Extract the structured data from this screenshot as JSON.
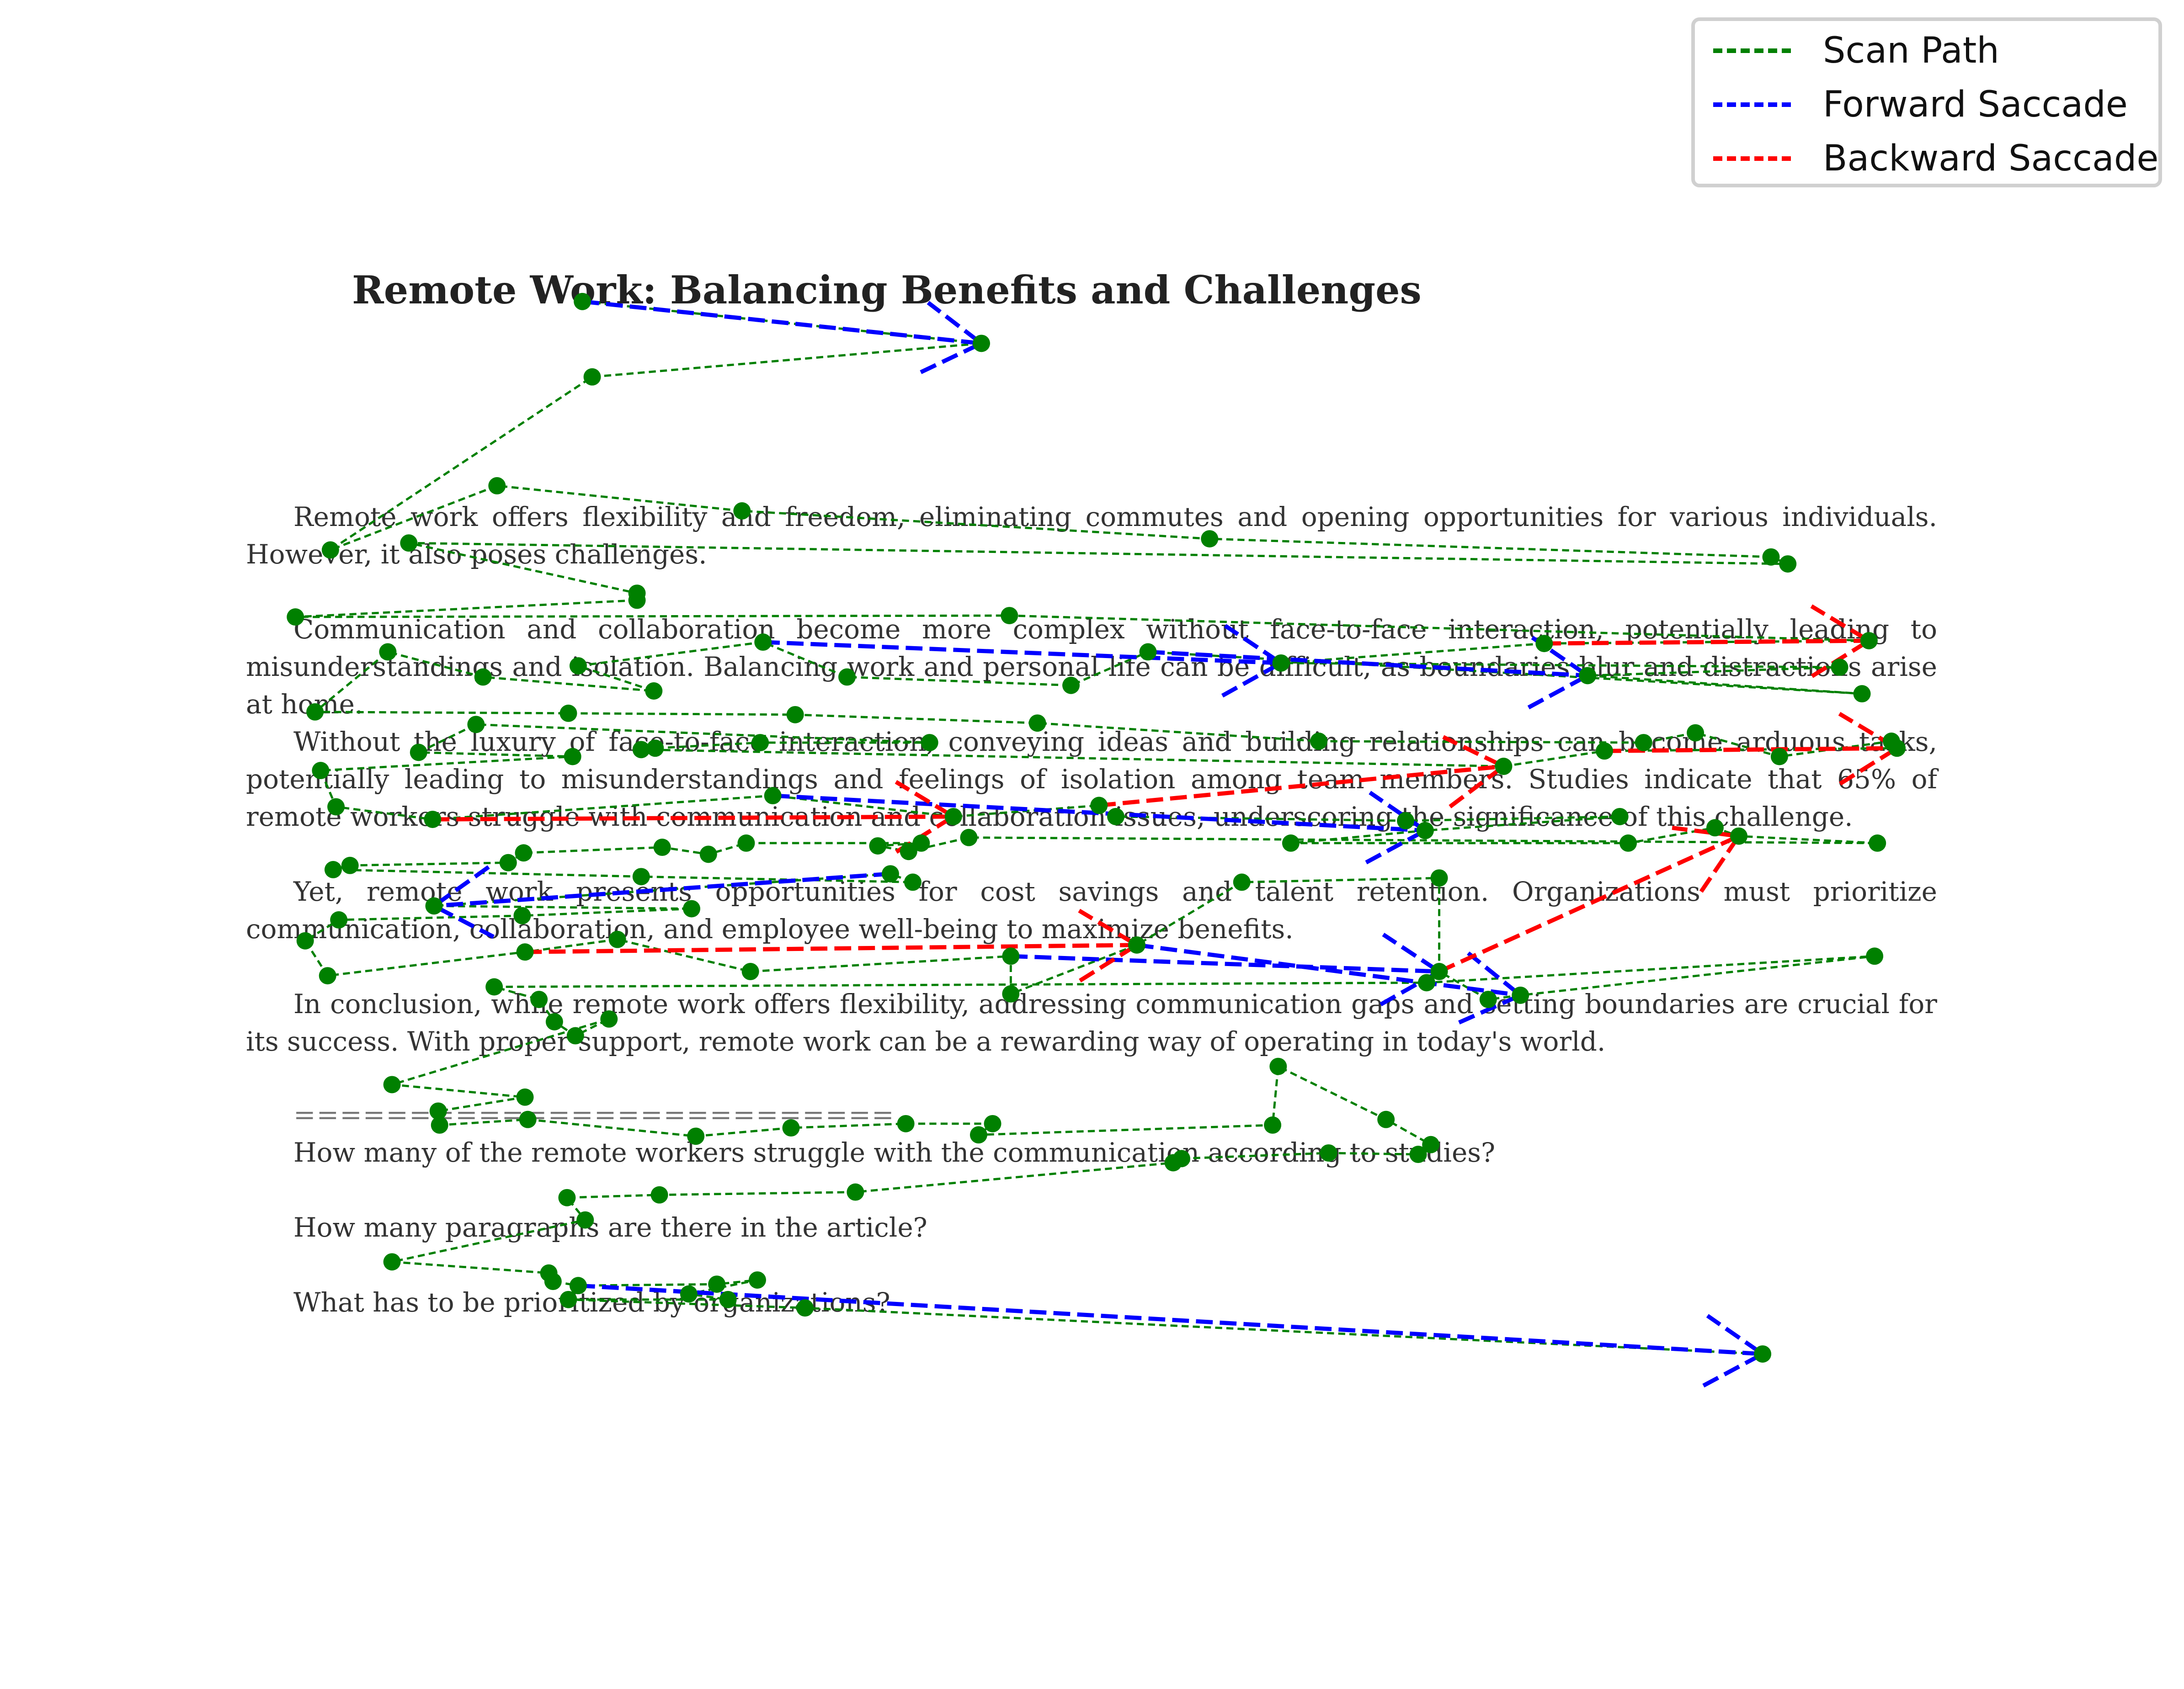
{
  "document": {
    "title": "Remote Work: Balancing Benefits and Challenges",
    "paragraphs": [
      "Remote work offers flexibility and freedom, eliminating commutes and opening opportunities for various individuals. However, it also poses challenges.",
      "Communication and collaboration become more complex without face-to-face interaction, potentially leading to misunderstandings and isolation. Balancing work and personal life can be difficult, as boundaries blur and distractions arise at home.",
      "Without the luxury of face-to-face interaction, conveying ideas and building relationships can become arduous tasks, potentially leading to misunderstandings and feelings of isolation among team members. Studies indicate that 65% of remote workers struggle with communication and collaboration issues, underscoring the significance of this challenge.",
      "Yet, remote work presents opportunities for cost savings and talent retention. Organizations must prioritize communication, collaboration, and employee well-being to maximize benefits.",
      "In conclusion, while remote work offers flexibility, addressing communication gaps and setting boundaries are crucial for its success. With proper support, remote work can be a rewarding way of operating in today's world."
    ],
    "separator": "==========================",
    "questions": [
      "How many of the remote workers struggle with the communication according to studies?",
      "How many paragraphs are there in the article?",
      "What has to be prioritized by organizations?"
    ]
  },
  "legend": {
    "items": [
      {
        "label": "Scan Path",
        "color": "#008000"
      },
      {
        "label": "Forward Saccade",
        "color": "#0000ff"
      },
      {
        "label": "Backward Saccade",
        "color": "#ff0000"
      }
    ]
  },
  "colors": {
    "scan_path": "#008000",
    "forward_saccade": "#0000ff",
    "backward_saccade": "#ff0000"
  },
  "chart_data": {
    "type": "scatter",
    "x_range": [
      0,
      1560
    ],
    "y_range": [
      0,
      1210
    ],
    "fixations": [
      [
        416,
        216
      ],
      [
        701,
        246
      ],
      [
        423,
        270
      ],
      [
        236,
        394
      ],
      [
        355,
        348
      ],
      [
        530,
        366
      ],
      [
        864,
        386
      ],
      [
        1265,
        399
      ],
      [
        1277,
        404
      ],
      [
        292,
        389
      ],
      [
        455,
        425
      ],
      [
        455,
        430
      ],
      [
        211,
        442
      ],
      [
        721,
        441
      ],
      [
        1335,
        459
      ],
      [
        1103,
        461
      ],
      [
        915,
        475
      ],
      [
        1314,
        478
      ],
      [
        1134,
        484
      ],
      [
        1330,
        497
      ],
      [
        820,
        467
      ],
      [
        765,
        491
      ],
      [
        605,
        485
      ],
      [
        545,
        460
      ],
      [
        413,
        477
      ],
      [
        467,
        495
      ],
      [
        345,
        485
      ],
      [
        277,
        467
      ],
      [
        225,
        510
      ],
      [
        406,
        511
      ],
      [
        568,
        512
      ],
      [
        741,
        518
      ],
      [
        942,
        531
      ],
      [
        1174,
        532
      ],
      [
        1211,
        525
      ],
      [
        1271,
        542
      ],
      [
        1351,
        531
      ],
      [
        1355,
        536
      ],
      [
        1146,
        538
      ],
      [
        1074,
        549
      ],
      [
        458,
        537
      ],
      [
        468,
        536
      ],
      [
        543,
        532
      ],
      [
        664,
        532
      ],
      [
        340,
        519
      ],
      [
        299,
        539
      ],
      [
        409,
        542
      ],
      [
        229,
        552
      ],
      [
        240,
        578
      ],
      [
        309,
        587
      ],
      [
        552,
        570
      ],
      [
        681,
        585
      ],
      [
        785,
        577
      ],
      [
        797,
        585
      ],
      [
        1004,
        588
      ],
      [
        1157,
        585
      ],
      [
        1018,
        595
      ],
      [
        922,
        604
      ],
      [
        1163,
        604
      ],
      [
        1225,
        593
      ],
      [
        1242,
        599
      ],
      [
        1341,
        604
      ],
      [
        692,
        600
      ],
      [
        649,
        610
      ],
      [
        627,
        606
      ],
      [
        658,
        604
      ],
      [
        533,
        604
      ],
      [
        506,
        612
      ],
      [
        473,
        607
      ],
      [
        374,
        611
      ],
      [
        363,
        618
      ],
      [
        250,
        620
      ],
      [
        238,
        623
      ],
      [
        458,
        628
      ],
      [
        652,
        632
      ],
      [
        636,
        626
      ],
      [
        310,
        649
      ],
      [
        494,
        651
      ],
      [
        373,
        656
      ],
      [
        242,
        659
      ],
      [
        218,
        674
      ],
      [
        234,
        699
      ],
      [
        375,
        682
      ],
      [
        441,
        673
      ],
      [
        536,
        696
      ],
      [
        722,
        685
      ],
      [
        722,
        712
      ],
      [
        812,
        677
      ],
      [
        887,
        632
      ],
      [
        1028,
        629
      ],
      [
        1028,
        696
      ],
      [
        1063,
        716
      ],
      [
        1086,
        713
      ],
      [
        1339,
        685
      ],
      [
        1019,
        704
      ],
      [
        353,
        707
      ],
      [
        385,
        716
      ],
      [
        396,
        732
      ],
      [
        411,
        742
      ],
      [
        435,
        730
      ],
      [
        280,
        777
      ],
      [
        375,
        786
      ],
      [
        313,
        796
      ],
      [
        314,
        806
      ],
      [
        377,
        802
      ],
      [
        497,
        814
      ],
      [
        565,
        808
      ],
      [
        647,
        805
      ],
      [
        709,
        805
      ],
      [
        699,
        813
      ],
      [
        909,
        806
      ],
      [
        913,
        764
      ],
      [
        990,
        802
      ],
      [
        1022,
        820
      ],
      [
        1013,
        827
      ],
      [
        949,
        826
      ],
      [
        844,
        830
      ],
      [
        838,
        833
      ],
      [
        611,
        854
      ],
      [
        471,
        856
      ],
      [
        405,
        858
      ],
      [
        418,
        874
      ],
      [
        280,
        904
      ],
      [
        392,
        912
      ],
      [
        395,
        918
      ],
      [
        413,
        921
      ],
      [
        512,
        920
      ],
      [
        541,
        917
      ],
      [
        492,
        927
      ],
      [
        520,
        931
      ],
      [
        406,
        931
      ],
      [
        575,
        937
      ],
      [
        1259,
        970
      ]
    ],
    "forward_saccades": [
      [
        [
          416,
          216
        ],
        [
          701,
          246
        ]
      ],
      [
        [
          545,
          460
        ],
        [
          915,
          475
        ]
      ],
      [
        [
          820,
          467
        ],
        [
          1134,
          484
        ]
      ],
      [
        [
          552,
          570
        ],
        [
          1018,
          595
        ]
      ],
      [
        [
          636,
          626
        ],
        [
          310,
          649
        ]
      ],
      [
        [
          722,
          685
        ],
        [
          1028,
          696
        ]
      ],
      [
        [
          812,
          677
        ],
        [
          1086,
          713
        ]
      ],
      [
        [
          413,
          921
        ],
        [
          1259,
          970
        ]
      ]
    ],
    "backward_saccades": [
      [
        [
          1103,
          461
        ],
        [
          1335,
          459
        ]
      ],
      [
        [
          1146,
          538
        ],
        [
          1355,
          536
        ]
      ],
      [
        [
          785,
          577
        ],
        [
          1074,
          549
        ]
      ],
      [
        [
          309,
          587
        ],
        [
          681,
          585
        ]
      ],
      [
        [
          375,
          682
        ],
        [
          812,
          677
        ]
      ],
      [
        [
          1028,
          696
        ],
        [
          1242,
          599
        ]
      ]
    ]
  }
}
